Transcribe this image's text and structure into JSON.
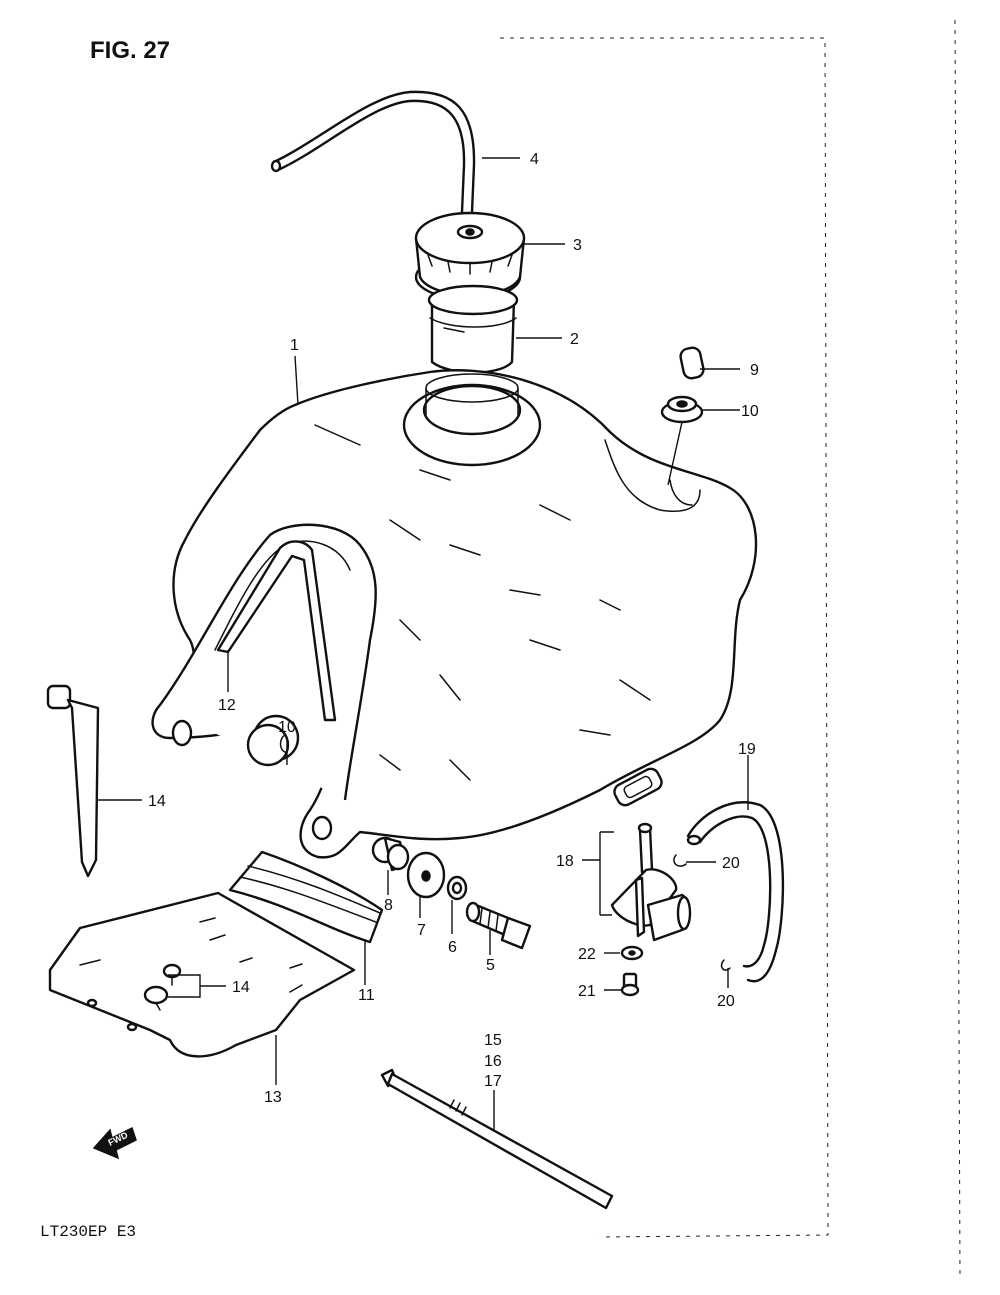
{
  "figure_title": "FIG. 27",
  "model_code": "LT230EP  E3",
  "direction_badge": "FWD",
  "callouts": {
    "c1": "1",
    "c2": "2",
    "c3": "3",
    "c4": "4",
    "c5": "5",
    "c6": "6",
    "c7": "7",
    "c8": "8",
    "c9": "9",
    "c10a": "10",
    "c10b": "10",
    "c11": "11",
    "c12": "12",
    "c13": "13",
    "c14a": "14",
    "c14b": "14",
    "c15": "15",
    "c16": "16",
    "c17": "17",
    "c18": "18",
    "c19": "19",
    "c20a": "20",
    "c20b": "20",
    "c21": "21",
    "c22": "22"
  }
}
